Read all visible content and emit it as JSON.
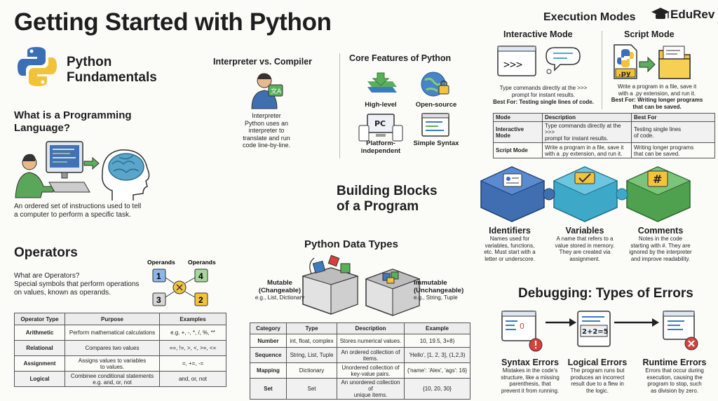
{
  "header": {
    "title": "Getting Started with Python",
    "brand": "EduRev"
  },
  "fundamentals": {
    "title_line1": "Python",
    "title_line2": "Fundamentals",
    "programming_title_line1": "What is a Programming",
    "programming_title_line2": "Language?",
    "programming_desc_line1": "An ordered set of instructions used to tell",
    "programming_desc_line2": "a computer to perform a specific task."
  },
  "interpreter": {
    "title": "Interpreter vs. Compiler",
    "desc_lines": [
      "Interpreter",
      "Python uses an",
      "interpreter to",
      "translate and run",
      "code line-by-line."
    ]
  },
  "core_features": {
    "title": "Core Features of Python",
    "items": [
      {
        "line1": "High-level",
        "line2": ""
      },
      {
        "line1": "Open-source",
        "line2": ""
      },
      {
        "line1": "Platform-",
        "line2": "independent"
      },
      {
        "line1": "Simple Syntax",
        "line2": ""
      }
    ],
    "pc_label": "PC"
  },
  "execution": {
    "title": "Execution Modes",
    "interactive_title": "Interactive Mode",
    "script_title": "Script Mode",
    "prompt_glyph": ">>>",
    "file_ext": ".py",
    "interactive_desc_line1": "Type commands directly at the >>>",
    "interactive_desc_line2": "prompt for instant results.",
    "interactive_best": "Best For: Testing single lines of code.",
    "script_desc_line1": "Write a program in a file, save it",
    "script_desc_line2": "with a .py extension, and run it.",
    "script_best_line1": "Best For: Writing longer programs",
    "script_best_line2": "that can be saved.",
    "table_headers": [
      "Mode",
      "Description",
      "Best For"
    ],
    "rows": [
      {
        "mode": "Interactive Mode",
        "desc1": "Type commands directly at the >>>",
        "desc2": "prompt for instant results.",
        "best1": "Testing single lines",
        "best2": "of code."
      },
      {
        "mode": "Script Mode",
        "desc1": "Write a program in a file, save it",
        "desc2": "with a .py extension, and run it.",
        "best1": "Writing longer programs",
        "best2": "that can be saved."
      }
    ]
  },
  "building_blocks": {
    "title_line1": "Building Blocks",
    "title_line2": "of a Program",
    "items": [
      {
        "name": "Identifiers",
        "lines": [
          "Names used for",
          "variables, functions,",
          "etc. Must start with a",
          "letter or underscore."
        ]
      },
      {
        "name": "Variables",
        "lines": [
          "A name that refers to a",
          "value stored in memory.",
          "They are created via",
          "assignment."
        ]
      },
      {
        "name": "Comments",
        "lines": [
          "Notes in the code",
          "starting with #. They are",
          "ignored by the interpreter",
          "and improve readability."
        ]
      }
    ],
    "hash_glyph": "#"
  },
  "operators": {
    "title": "Operators",
    "intro_line1": "What are Operators?",
    "intro_line2": "Special symbols that perform operations",
    "intro_line3": "on values, known as operands.",
    "operands_label": "Operands",
    "digits": [
      "1",
      "4",
      "3",
      "2"
    ],
    "table_headers": [
      "Operator Type",
      "Purpose",
      "Examples"
    ],
    "rows": [
      {
        "type": "Arithmetic",
        "purpose1": "Perform mathematical calculations",
        "purpose2": "",
        "examples": "e.g. +, -, *, /, %, **"
      },
      {
        "type": "Relational",
        "purpose1": "Compares two values",
        "purpose2": "",
        "examples": "==, !=, >, <, >=, <="
      },
      {
        "type": "Assignment",
        "purpose1": "Assigns values to variables",
        "purpose2": "to values.",
        "examples": "=, +=, -="
      },
      {
        "type": "Logical",
        "purpose1": "Combinee conditional statements",
        "purpose2": "e.g. and, or, not",
        "examples": "and, or, not"
      }
    ]
  },
  "data_types": {
    "title": "Python Data Types",
    "mutable_line1": "Mutable",
    "mutable_line2": "(Changeable)",
    "mutable_examples": "e.g., List, Dictionary",
    "immutable_line1": "Immutable",
    "immutable_line2": "(Unchangeable)",
    "immutable_examples": "e.g., String, Tuple",
    "table_headers": [
      "Category",
      "Type",
      "Description",
      "Example"
    ],
    "rows": [
      {
        "category": "Number",
        "type": "int, float, complex",
        "desc1": "Stores numerical values.",
        "desc2": "",
        "example": "10, 19.5, 3+8)"
      },
      {
        "category": "Sequence",
        "type": "String, List, Tuple",
        "desc1": "An ordered collection of",
        "desc2": "items.",
        "example": "'Hello', [1, 2, 3], (1,2,3)"
      },
      {
        "category": "Mapping",
        "type": "Dictionary",
        "desc1": "Unordered collection of",
        "desc2": "key-value pairs.",
        "example": "{'name': 'Alex', 'ags': 16}"
      },
      {
        "category": "Set",
        "type": "Set",
        "desc1": "An unordered collection of",
        "desc2": "unique items.",
        "example": "{10, 20, 30}"
      }
    ]
  },
  "debugging": {
    "title": "Debugging: Types of Errors",
    "logic_glyph": "2+2=5",
    "zero_glyph": "0",
    "items": [
      {
        "name": "Syntax Errors",
        "lines": [
          "Mistakes in the code's",
          "structure, like a missing",
          "parenthesis, that",
          "prevent it from running."
        ]
      },
      {
        "name": "Logical Errors",
        "lines": [
          "The program runs but",
          "produces an incorrect",
          "result due to a flew in",
          "the logic."
        ]
      },
      {
        "name": "Runtime Errors",
        "lines": [
          "Errors that occur during",
          "execution, causing the",
          "program to stop, such",
          "as division by zero."
        ]
      }
    ]
  },
  "colors": {
    "blue": "#4a7fc1",
    "green": "#5ab05a",
    "yellow": "#f3c33c",
    "red": "#d8413a",
    "ink": "#1e1e1e"
  }
}
